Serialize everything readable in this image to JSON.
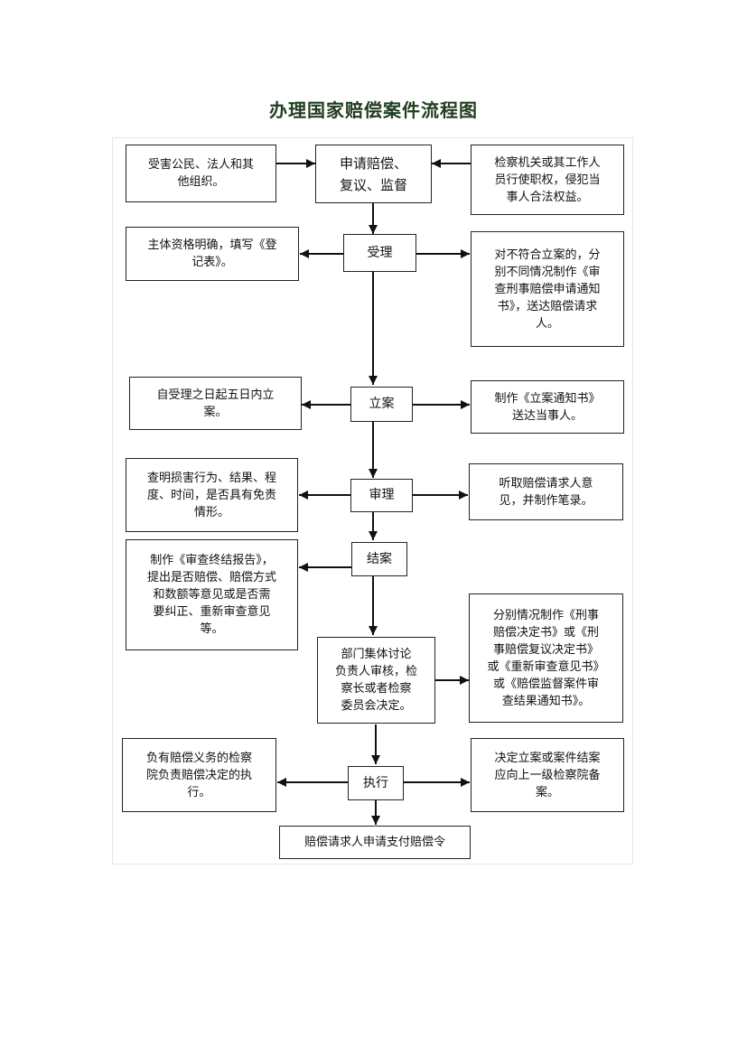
{
  "title": "办理国家赔偿案件流程图",
  "nodes": {
    "victims": "受害公民、法人和其\n他组织。",
    "apply": "申请赔偿、\n复议、监督",
    "procuratorate": "检察机关或其工作人\n员行使职权，侵犯当\n事人合法权益。",
    "accept": "受理",
    "eligible": "主体资格明确，填写《登\n记表》。",
    "not_qualified": "对不符合立案的，分\n别不同情况制作《审\n查刑事赔偿申请通知\n书》，送达赔偿请求\n人。",
    "file_case": "立案",
    "within_five_days": "自受理之日起五日内立\n案。",
    "filing_notice": "制作《立案通知书》\n送达当事人。",
    "review": "审理",
    "investigate": "查明损害行为、结果、程\n度、时间，是否具有免责\n情形。",
    "hear_opinion": "听取赔偿请求人意\n见，并制作笔录。",
    "close_case": "结案",
    "review_report": "制作《审查终结报告》，\n提出是否赔偿、赔偿方式\n和数额等意见或是否需\n要纠正、重新审查意见\n等。",
    "decision": "部门集体讨论\n负责人审核，检\n察长或者检察\n委员会决定。",
    "decision_docs": "分别情况制作《刑事\n赔偿决定书》或《刑\n事赔偿复议决定书》\n或《重新审查意见书》\n或《赔偿监督案件审\n查结果通知书》。",
    "execute": "执行",
    "obligated": "负有赔偿义务的检察\n院负责赔偿决定的执\n行。",
    "report_upper": "决定立案或案件结案\n应向上一级检察院备\n案。",
    "payment_order": "赔偿请求人申请支付赔偿令"
  }
}
